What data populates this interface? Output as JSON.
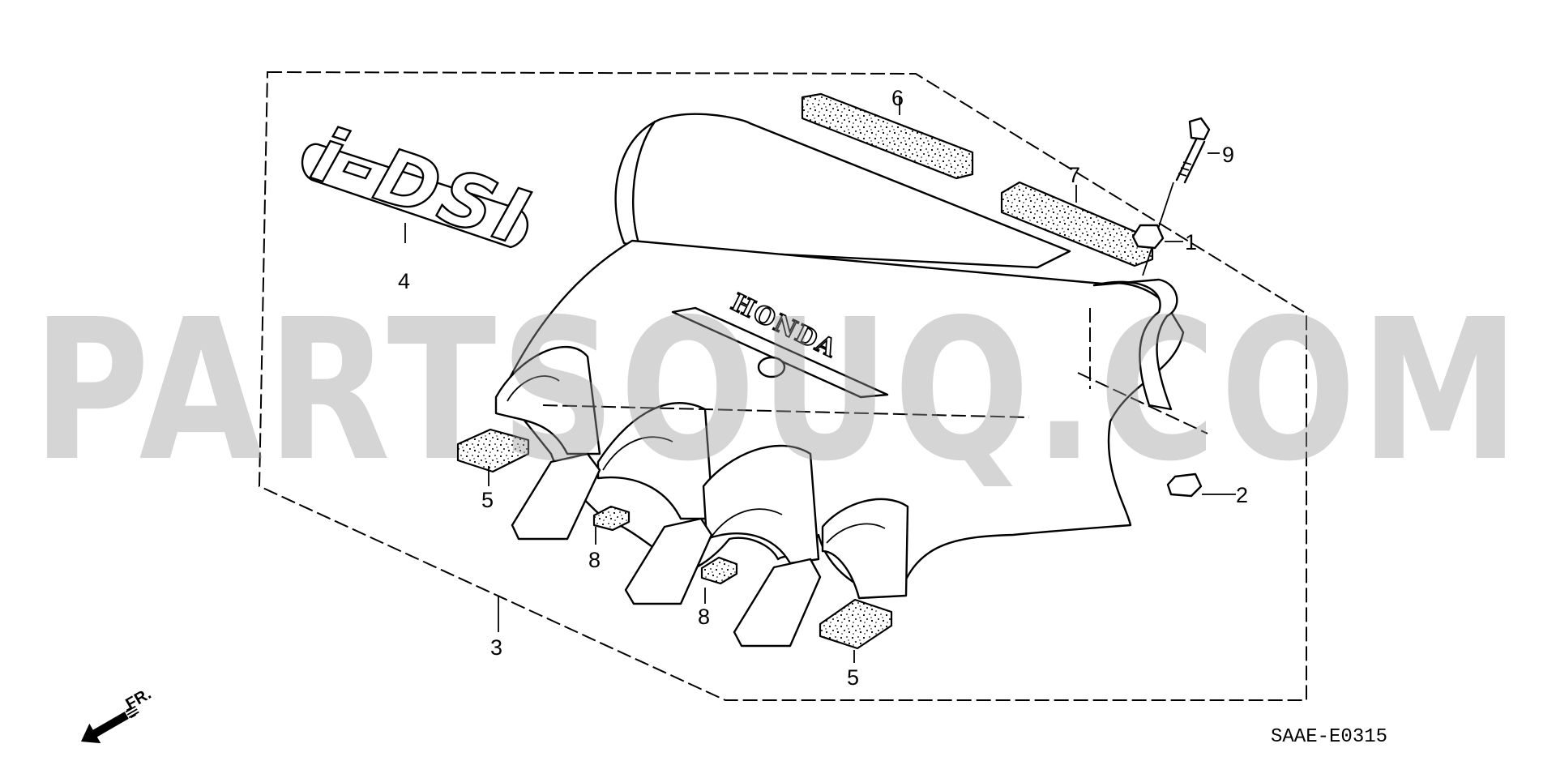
{
  "diagram": {
    "watermark": "PARTSOUQ.COM",
    "diagram_code": "SAAE-E0315",
    "front_arrow_label": "FR.",
    "emblem_text": "HONDA",
    "badge_text": "i-DSI",
    "callouts": [
      {
        "id": "1",
        "label": "1"
      },
      {
        "id": "2",
        "label": "2"
      },
      {
        "id": "3",
        "label": "3"
      },
      {
        "id": "4",
        "label": "4"
      },
      {
        "id": "5a",
        "label": "5"
      },
      {
        "id": "5b",
        "label": "5"
      },
      {
        "id": "6",
        "label": "6"
      },
      {
        "id": "7",
        "label": "7"
      },
      {
        "id": "8a",
        "label": "8"
      },
      {
        "id": "8b",
        "label": "8"
      },
      {
        "id": "9",
        "label": "9"
      }
    ]
  }
}
